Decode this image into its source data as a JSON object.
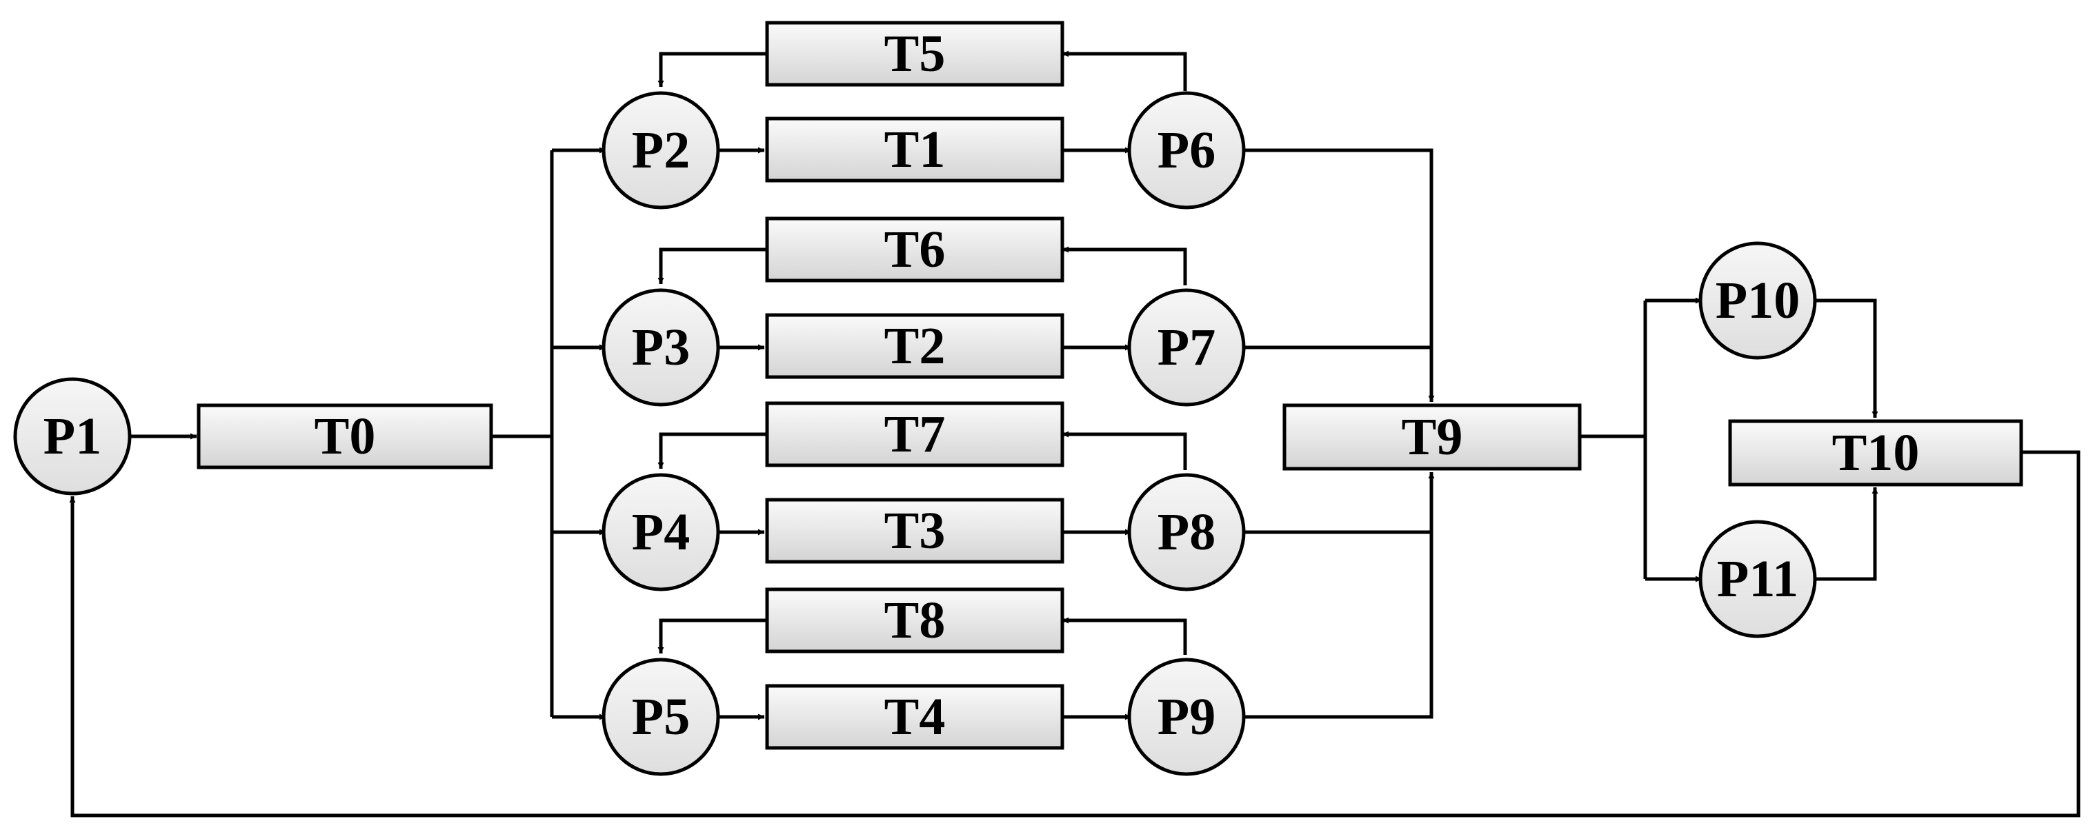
{
  "places": [
    {
      "id": "P1",
      "label": "P1"
    },
    {
      "id": "P2",
      "label": "P2"
    },
    {
      "id": "P3",
      "label": "P3"
    },
    {
      "id": "P4",
      "label": "P4"
    },
    {
      "id": "P5",
      "label": "P5"
    },
    {
      "id": "P6",
      "label": "P6"
    },
    {
      "id": "P7",
      "label": "P7"
    },
    {
      "id": "P8",
      "label": "P8"
    },
    {
      "id": "P9",
      "label": "P9"
    },
    {
      "id": "P10",
      "label": "P10"
    },
    {
      "id": "P11",
      "label": "P11"
    }
  ],
  "transitions": [
    {
      "id": "T0",
      "label": "T0"
    },
    {
      "id": "T1",
      "label": "T1"
    },
    {
      "id": "T2",
      "label": "T2"
    },
    {
      "id": "T3",
      "label": "T3"
    },
    {
      "id": "T4",
      "label": "T4"
    },
    {
      "id": "T5",
      "label": "T5"
    },
    {
      "id": "T6",
      "label": "T6"
    },
    {
      "id": "T7",
      "label": "T7"
    },
    {
      "id": "T8",
      "label": "T8"
    },
    {
      "id": "T9",
      "label": "T9"
    },
    {
      "id": "T10",
      "label": "T10"
    }
  ],
  "arcs": [
    {
      "from": "P1",
      "to": "T0"
    },
    {
      "from": "T0",
      "to": "P2"
    },
    {
      "from": "T0",
      "to": "P3"
    },
    {
      "from": "T0",
      "to": "P4"
    },
    {
      "from": "T0",
      "to": "P5"
    },
    {
      "from": "P2",
      "to": "T1"
    },
    {
      "from": "T1",
      "to": "P6"
    },
    {
      "from": "P6",
      "to": "T5"
    },
    {
      "from": "T5",
      "to": "P2"
    },
    {
      "from": "P3",
      "to": "T2"
    },
    {
      "from": "T2",
      "to": "P7"
    },
    {
      "from": "P7",
      "to": "T6"
    },
    {
      "from": "T6",
      "to": "P3"
    },
    {
      "from": "P4",
      "to": "T3"
    },
    {
      "from": "T3",
      "to": "P8"
    },
    {
      "from": "P8",
      "to": "T7"
    },
    {
      "from": "T7",
      "to": "P4"
    },
    {
      "from": "P5",
      "to": "T4"
    },
    {
      "from": "T4",
      "to": "P9"
    },
    {
      "from": "P9",
      "to": "T8"
    },
    {
      "from": "T8",
      "to": "P5"
    },
    {
      "from": "P6",
      "to": "T9"
    },
    {
      "from": "P7",
      "to": "T9"
    },
    {
      "from": "P8",
      "to": "T9"
    },
    {
      "from": "P9",
      "to": "T9"
    },
    {
      "from": "T9",
      "to": "P10"
    },
    {
      "from": "T9",
      "to": "P11"
    },
    {
      "from": "P10",
      "to": "T10"
    },
    {
      "from": "P11",
      "to": "T10"
    },
    {
      "from": "T10",
      "to": "P1"
    }
  ]
}
